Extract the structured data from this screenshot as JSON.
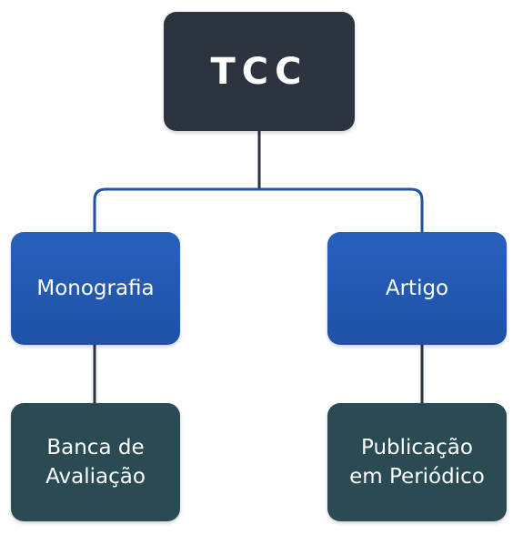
{
  "diagram": {
    "root": {
      "label": "TCC"
    },
    "branches": [
      {
        "label": "Monografia",
        "child": {
          "lines": [
            "Banca de",
            "Avaliação"
          ]
        }
      },
      {
        "label": "Artigo",
        "child": {
          "lines": [
            "Publicação",
            "em Periódico"
          ]
        }
      }
    ]
  },
  "colors": {
    "root_fill": "#2b343f",
    "branch_fill": "#2160b8",
    "leaf_fill": "#2a4b53",
    "connector_dark": "#2b343f",
    "connector_blue": "#1f52a6",
    "text": "#ffffff"
  }
}
